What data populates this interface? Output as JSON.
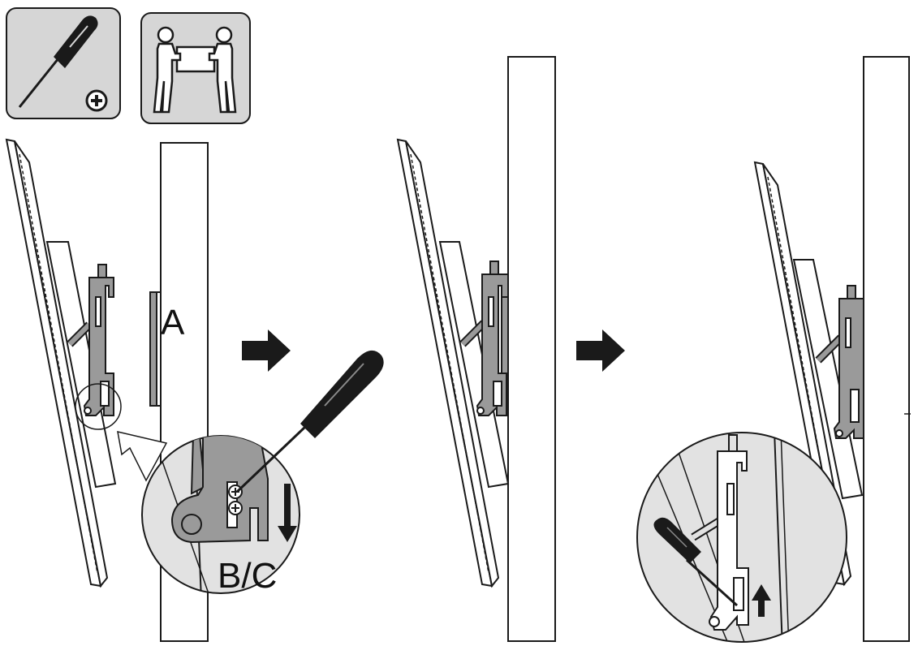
{
  "labels": {
    "wall_plate": "A",
    "screws": "B/C"
  },
  "icons": {
    "tool": "phillips-screwdriver-icon",
    "people": "two-person-lift-icon",
    "screw_head": "phillips-plus-icon"
  },
  "steps": [
    {
      "name": "hang-bracket-on-wall-plate",
      "arrow": "down"
    },
    {
      "name": "bracket-hooked-on-wall"
    },
    {
      "name": "tighten-safety-screw",
      "arrow": "up"
    }
  ],
  "colors": {
    "line": "#1a1a1a",
    "bracket": "#9a9a9a",
    "badge": "#d6d6d6",
    "zoom_fill": "#e2e2e2"
  }
}
